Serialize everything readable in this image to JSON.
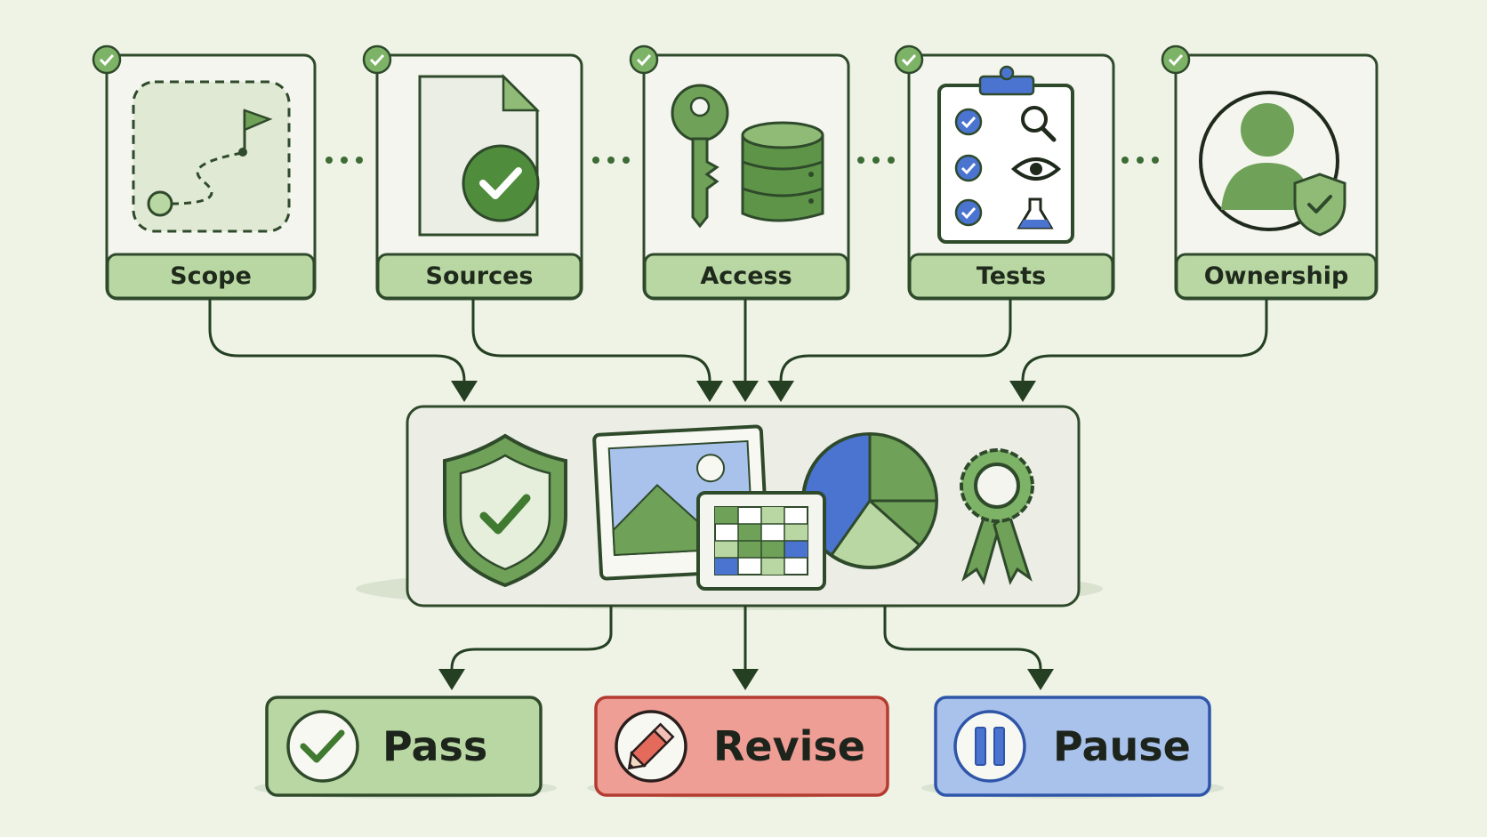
{
  "checks": [
    {
      "id": "scope",
      "label": "Scope",
      "icon": "flag-route-icon"
    },
    {
      "id": "sources",
      "label": "Sources",
      "icon": "document-check-icon"
    },
    {
      "id": "access",
      "label": "Access",
      "icon": "key-database-icon"
    },
    {
      "id": "tests",
      "label": "Tests",
      "icon": "clipboard-checklist-icon"
    },
    {
      "id": "ownership",
      "label": "Ownership",
      "icon": "user-shield-icon"
    }
  ],
  "hub": {
    "icons": [
      "shield-check-icon",
      "image-icon",
      "table-grid-icon",
      "pie-chart-icon",
      "award-ribbon-icon"
    ]
  },
  "outcomes": [
    {
      "id": "pass",
      "label": "Pass",
      "icon": "checkmark-icon"
    },
    {
      "id": "revise",
      "label": "Revise",
      "icon": "pencil-icon"
    },
    {
      "id": "pause",
      "label": "Pause",
      "icon": "pause-icon"
    }
  ],
  "colors": {
    "green_dark": "#2f5a2a",
    "green_mid": "#6fa158",
    "green_light": "#b9d7a3",
    "red_fill": "#ef9e96",
    "red_stroke": "#b33b30",
    "blue_fill": "#a9c2ec",
    "blue_stroke": "#2f55a8",
    "blue_accent": "#4a74d0"
  }
}
